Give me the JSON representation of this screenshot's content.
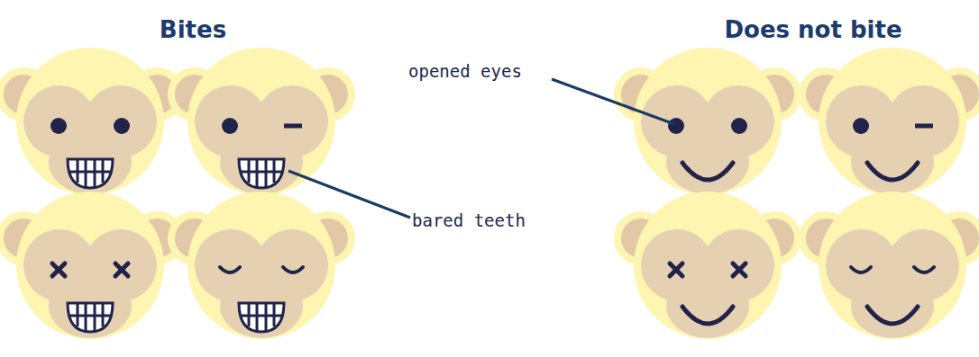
{
  "diagram": {
    "labels": [
      "Bites",
      "Does not bite",
      "opened eyes",
      "bared teeth"
    ]
  }
}
